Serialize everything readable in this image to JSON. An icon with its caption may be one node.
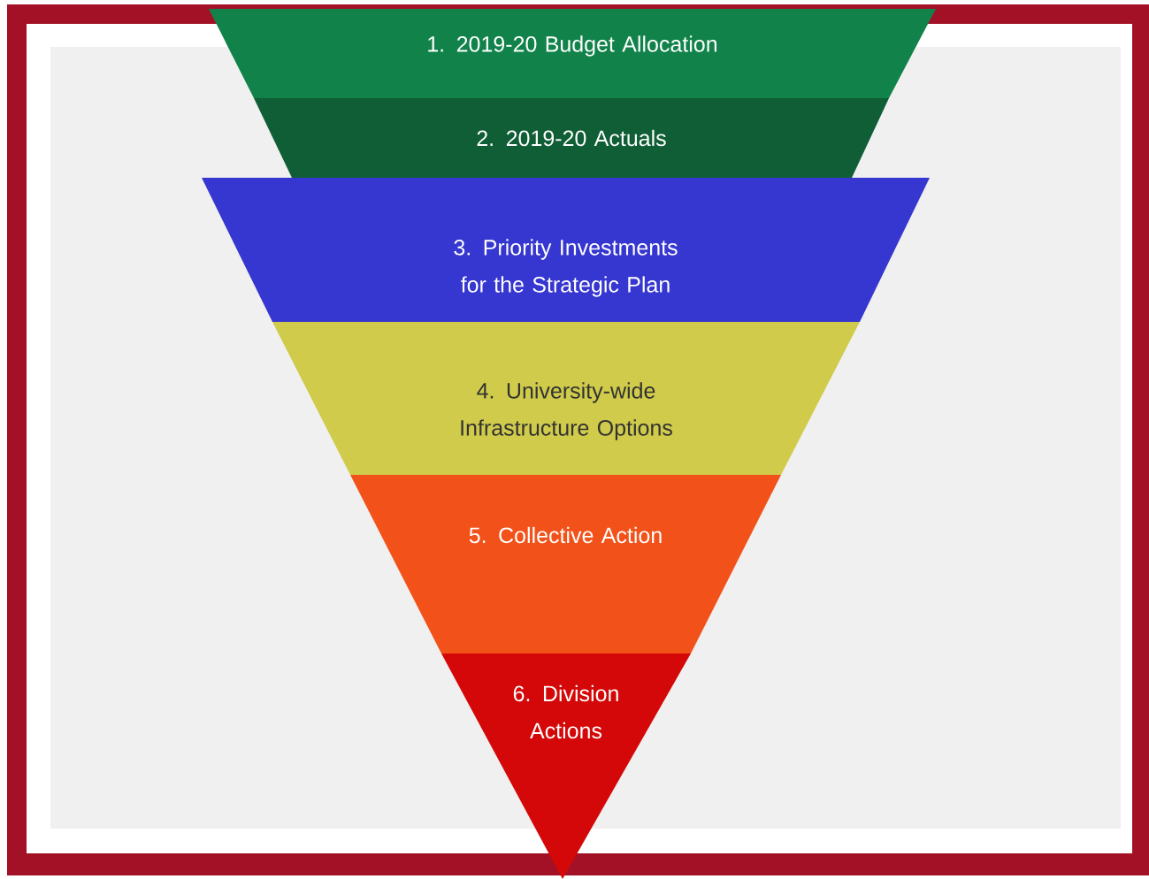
{
  "diagram": {
    "nodes": [
      {
        "text": [
          "1. 2019-20 Budget Allocation"
        ]
      },
      {
        "text": [
          "2. 2019-20 Actuals"
        ]
      },
      {
        "text": [
          "3. Priority Investments for the Strategic Plan"
        ]
      },
      {
        "text": [
          "4. University-wide Infrastructure Options"
        ]
      },
      {
        "text": [
          "5. Collective Action"
        ]
      },
      {
        "text": [
          "6. Division Actions"
        ]
      }
    ]
  }
}
